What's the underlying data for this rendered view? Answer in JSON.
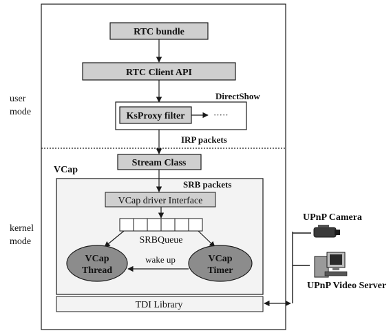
{
  "modes": {
    "user_line1": "user",
    "user_line2": "mode",
    "kernel_line1": "kernel",
    "kernel_line2": "mode"
  },
  "blocks": {
    "rtc_bundle": "RTC bundle",
    "rtc_client_api": "RTC Client API",
    "directshow": "DirectShow",
    "ksproxy_filter": "KsProxy filter",
    "ellipsis": "·····",
    "irp_packets": "IRP packets",
    "vcap": "VCap",
    "stream_class": "Stream Class",
    "srb_packets": "SRB packets",
    "vcap_driver_interface": "VCap driver Interface",
    "srb_queue": "SRBQueue",
    "wake_up": "wake up",
    "vcap_thread_line1": "VCap",
    "vcap_thread_line2": "Thread",
    "vcap_timer_line1": "VCap",
    "vcap_timer_line2": "Timer",
    "tdi_library": "TDI Library"
  },
  "devices": {
    "camera": "UPnP Camera",
    "video_server": "UPnP Video Server"
  },
  "colors": {
    "box_fill": "#cfcfcf",
    "outer_fill": "#f3f3f3",
    "ellipse_fill": "#8c8c8c",
    "line": "#1a1a1a"
  }
}
